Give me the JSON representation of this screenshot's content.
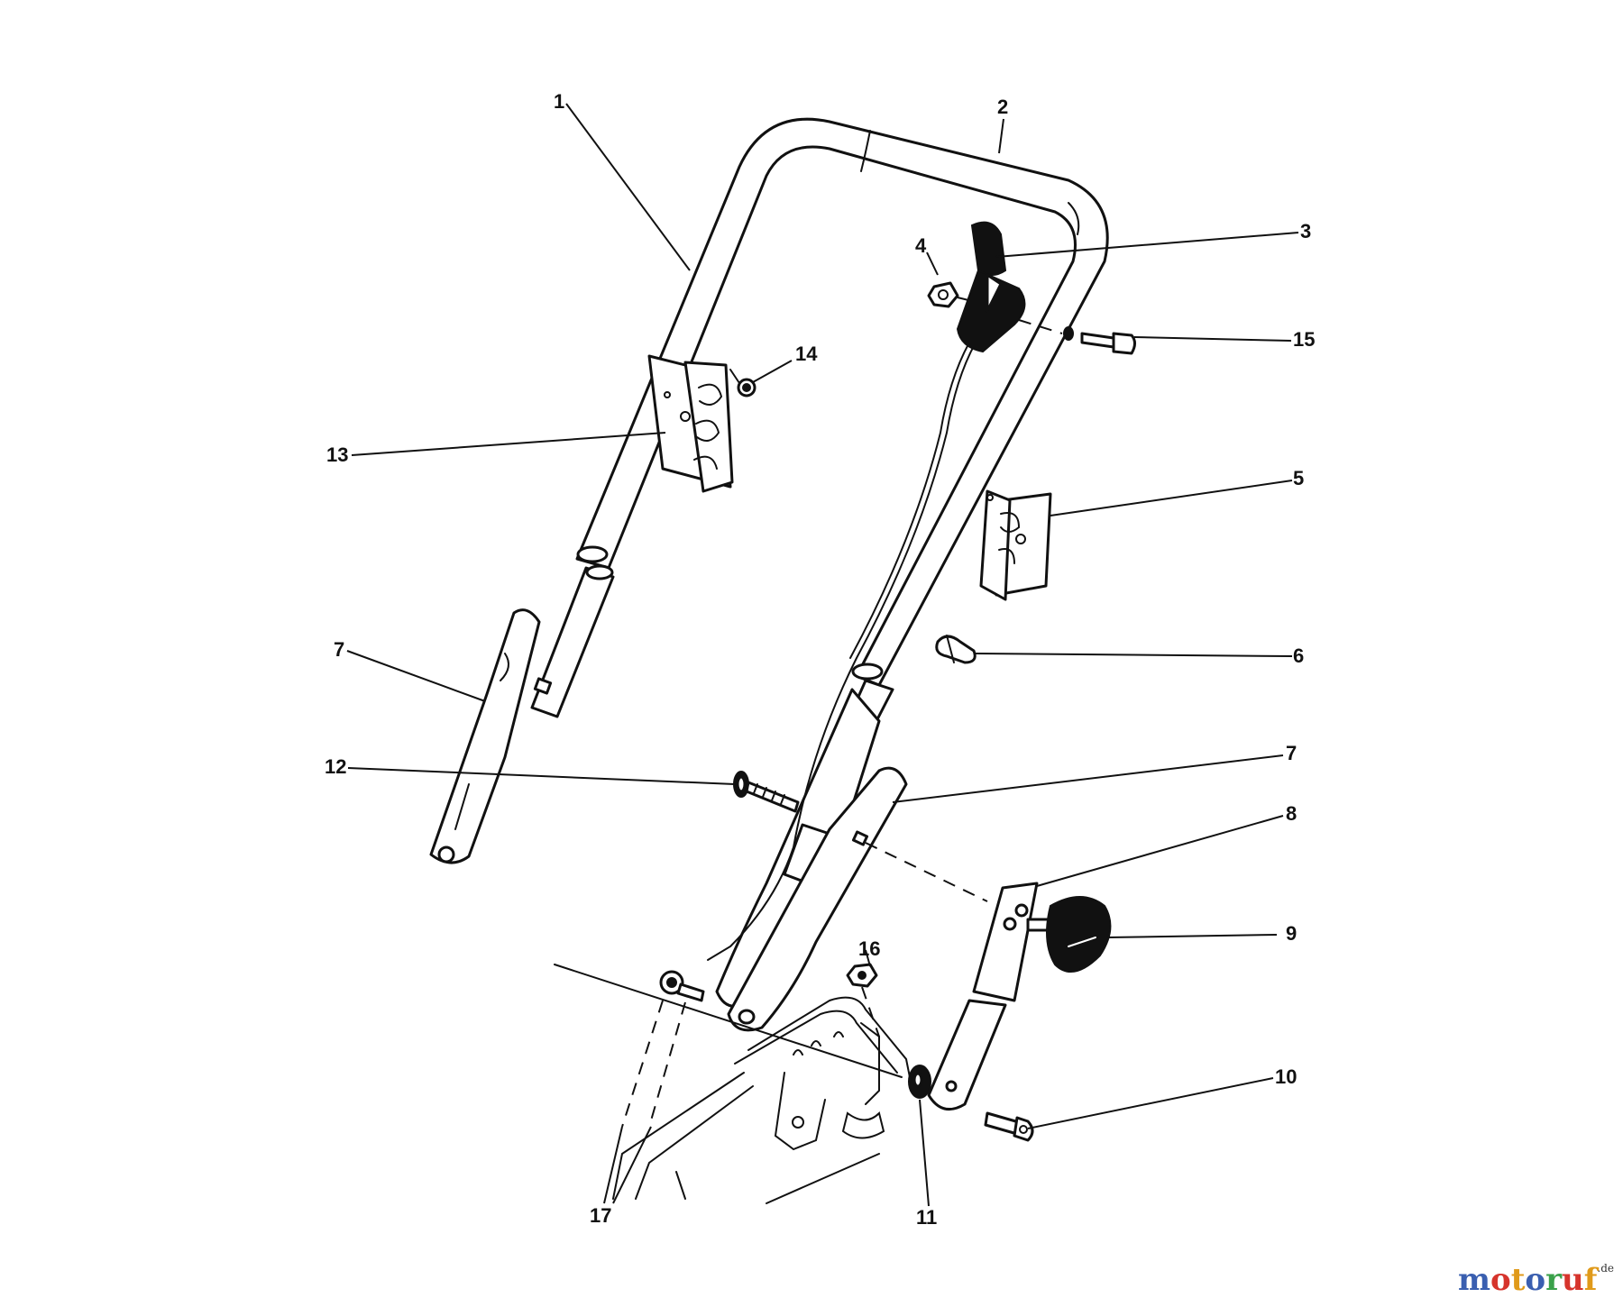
{
  "callouts": {
    "c1": "1",
    "c2": "2",
    "c3": "3",
    "c4": "4",
    "c5": "5",
    "c6": "6",
    "c7a": "7",
    "c7b": "7",
    "c8": "8",
    "c9": "9",
    "c10": "10",
    "c11": "11",
    "c12": "12",
    "c13": "13",
    "c14": "14",
    "c15": "15",
    "c16": "16",
    "c17": "17"
  },
  "watermark": {
    "letters": [
      "m",
      "o",
      "t",
      "o",
      "r",
      "u",
      "f"
    ],
    "tld": ".de",
    "colors": [
      "#3a5fb0",
      "#d6342c",
      "#e09a1a",
      "#3a5fb0",
      "#3aa14a",
      "#d6342c",
      "#e09a1a"
    ]
  }
}
